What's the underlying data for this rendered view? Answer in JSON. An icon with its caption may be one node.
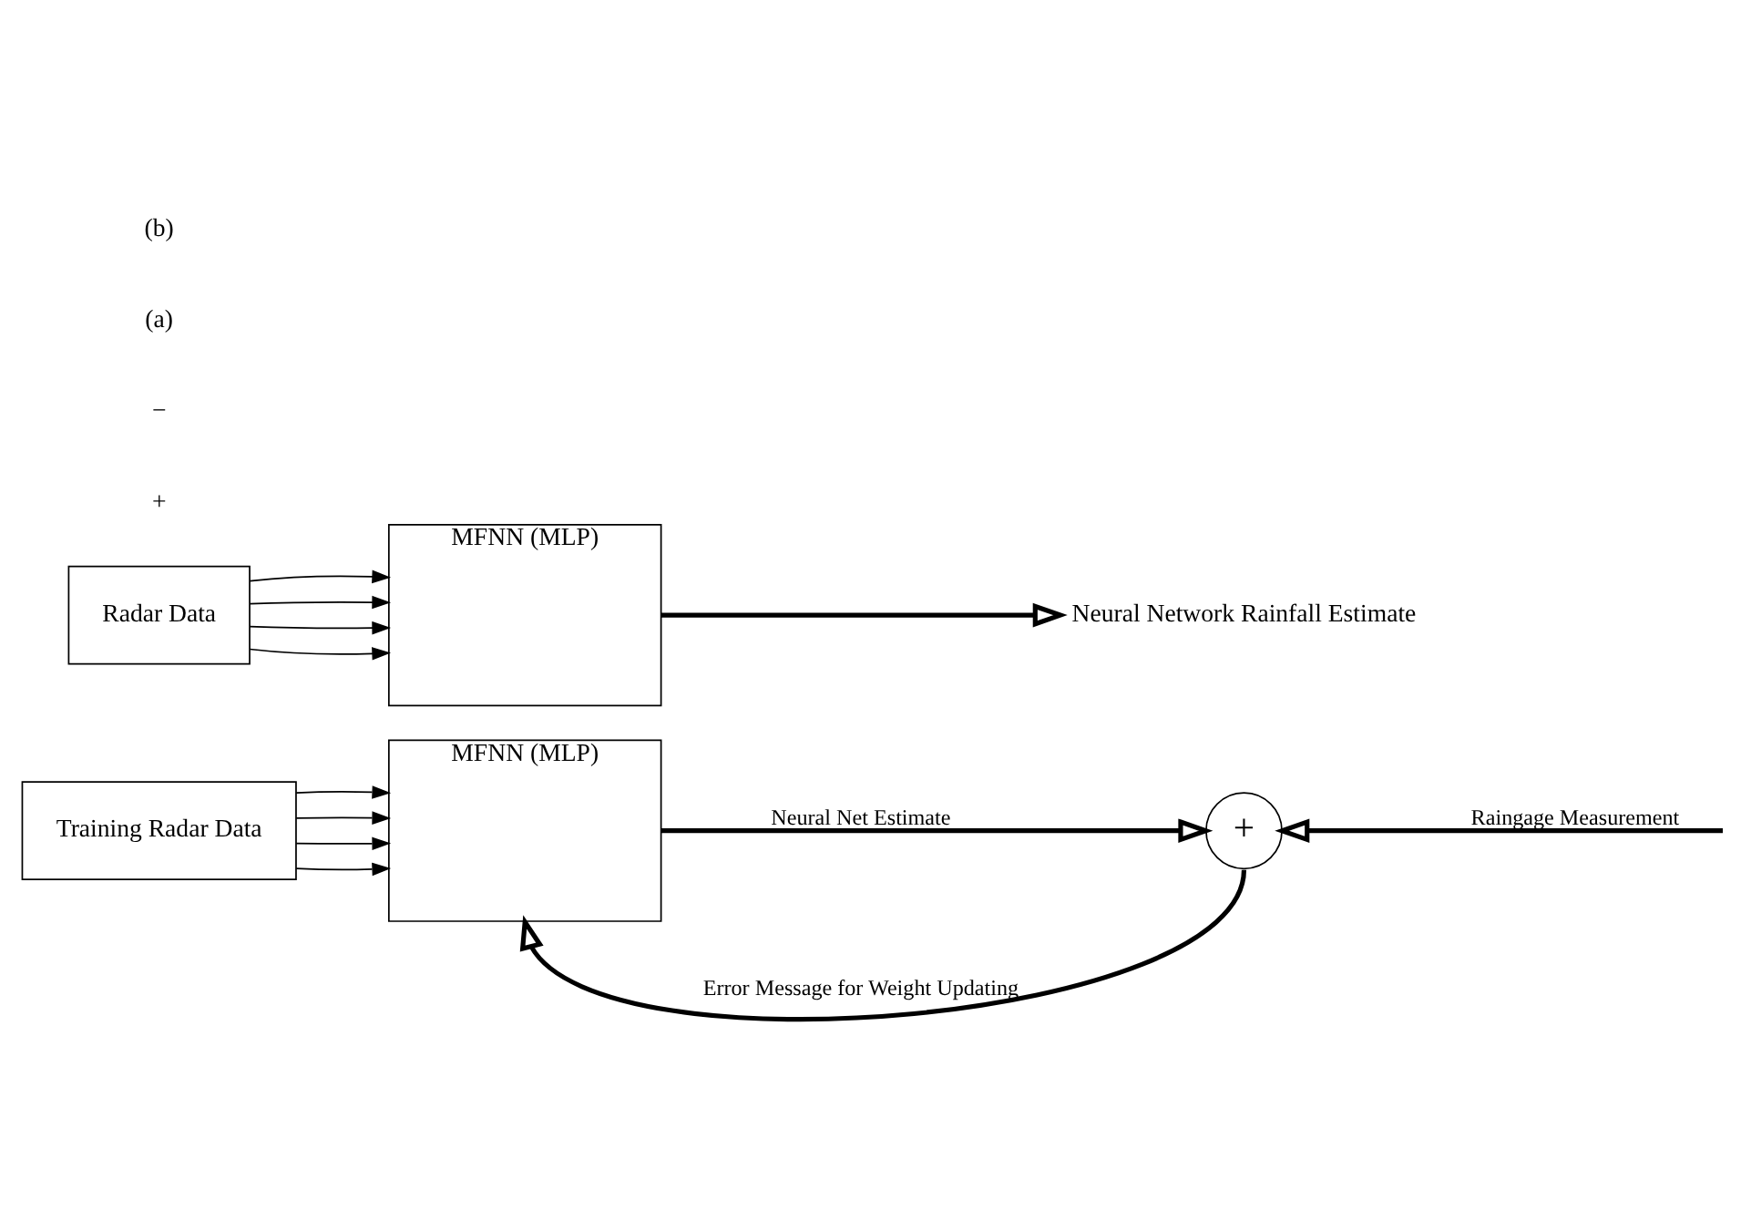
{
  "diagram": {
    "nodes": [
      {
        "text": [
          "Training Radar Data"
        ]
      },
      {
        "text": [
          "MFNN (MLP)"
        ]
      },
      {
        "text": [
          "+"
        ]
      },
      {
        "text": [
          "Radar Data"
        ]
      },
      {
        "text": [
          "MFNN (MLP)"
        ]
      },
      {
        "text": [
          "Neural Network Rainfall Estimate"
        ]
      }
    ],
    "edges": [
      {
        "from": 0,
        "to": 1,
        "arrow": "to"
      },
      {
        "from": 0,
        "to": 1,
        "arrow": "to"
      },
      {
        "from": 0,
        "to": 1,
        "arrow": "to"
      },
      {
        "from": 0,
        "to": 1,
        "arrow": "to"
      },
      {
        "from": 1,
        "to": 2,
        "arrow": "to",
        "label": "Neural Net Estimate",
        "style": "thick"
      },
      {
        "from": null,
        "to": 2,
        "arrow": "to",
        "label": "Raingage Measurement",
        "style": "thick"
      },
      {
        "from": 2,
        "to": 1,
        "arrow": "to",
        "label": "Error Message for Weight Updating",
        "style": "thick"
      },
      {
        "from": 3,
        "to": 4,
        "arrow": "to"
      },
      {
        "from": 3,
        "to": 4,
        "arrow": "to"
      },
      {
        "from": 3,
        "to": 4,
        "arrow": "to"
      },
      {
        "from": 3,
        "to": 4,
        "arrow": "to"
      },
      {
        "from": 4,
        "to": 5,
        "arrow": "to",
        "style": "thick"
      }
    ],
    "labels": [
      "+",
      "−",
      "(a)",
      "(b)"
    ]
  }
}
